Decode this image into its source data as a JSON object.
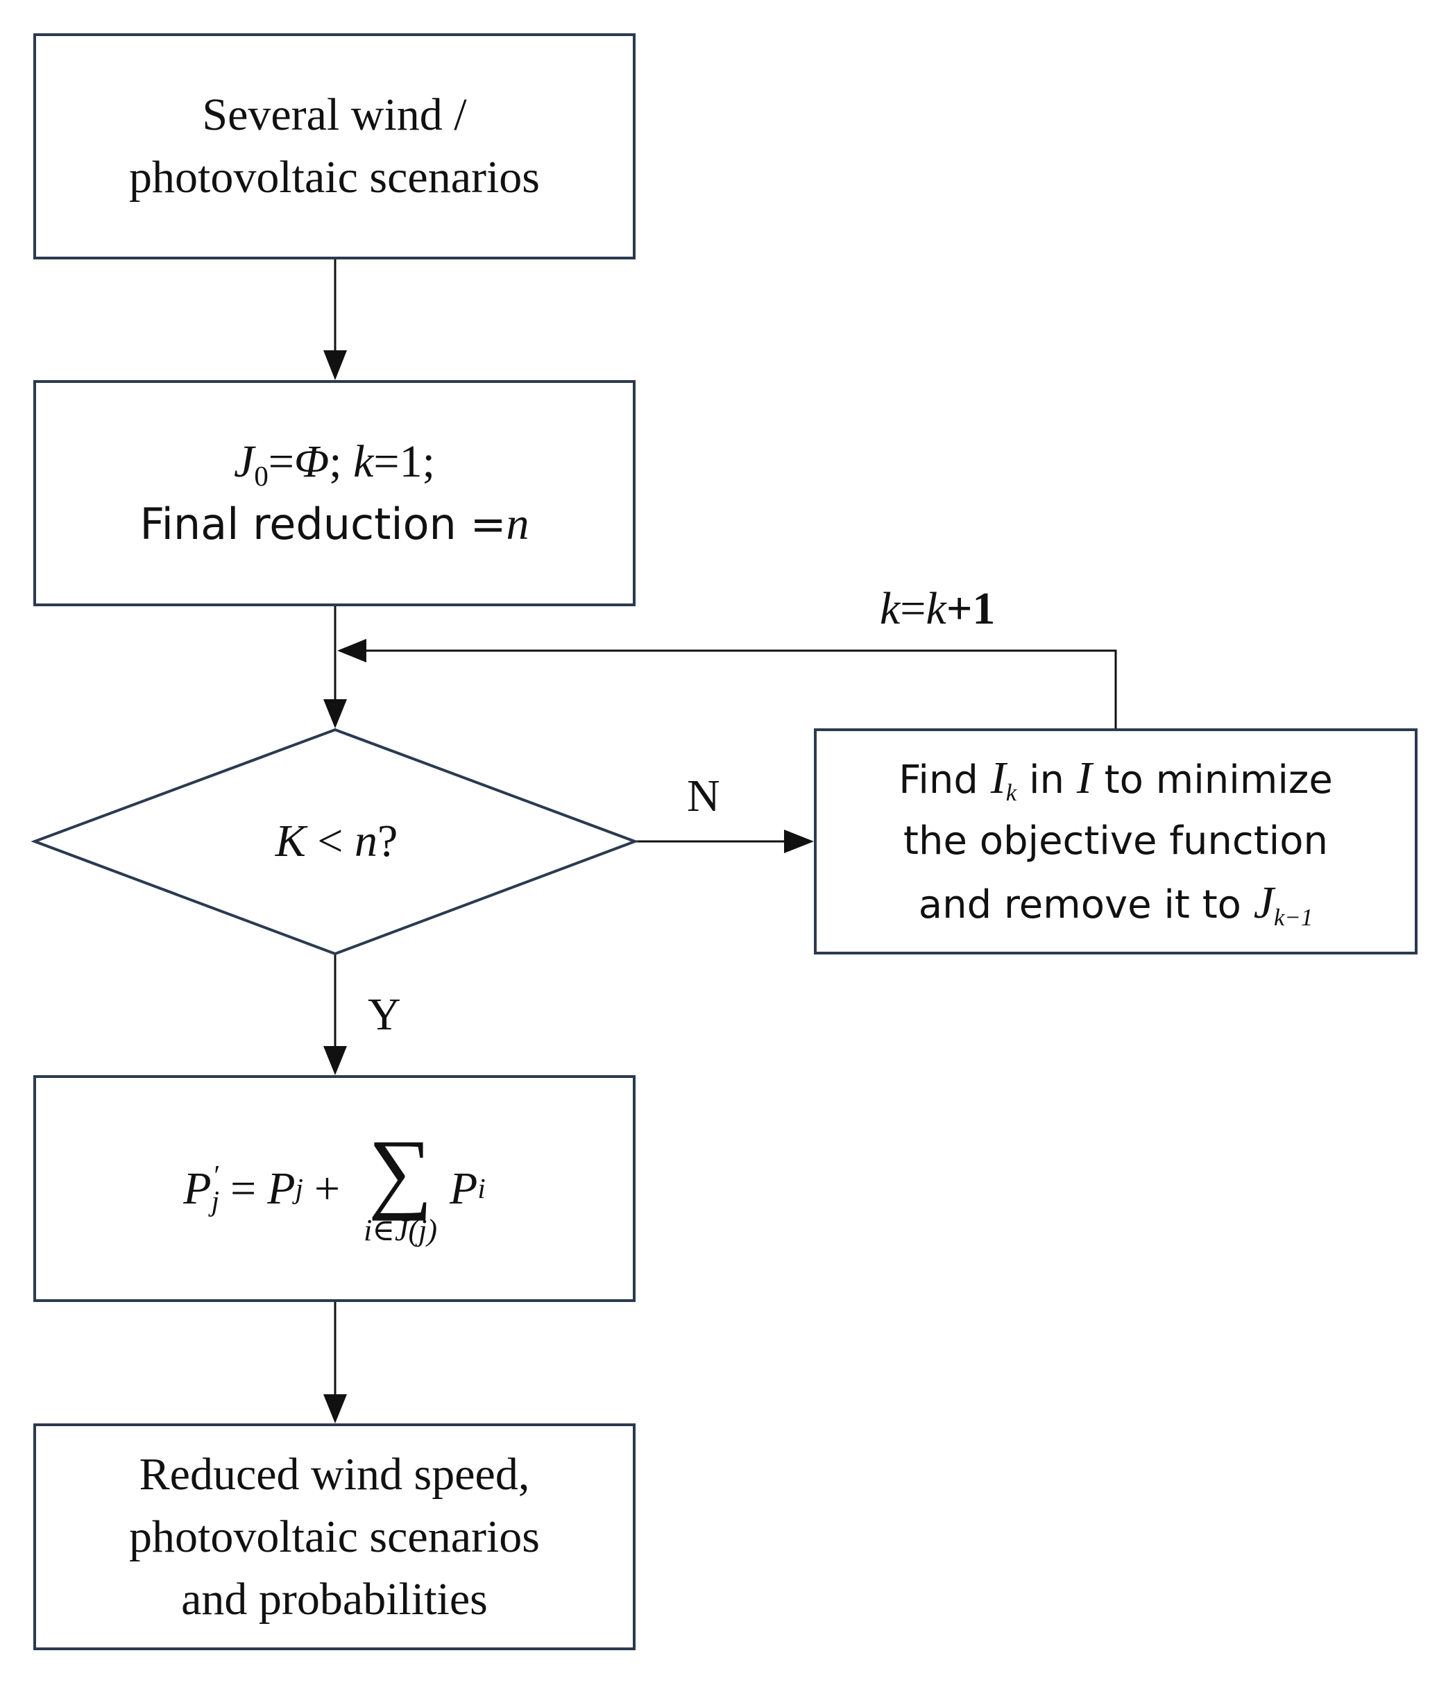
{
  "nodes": {
    "start": {
      "line1": "Several wind /",
      "line2": "photovoltaic scenarios"
    },
    "init": {
      "j_symbol": "J",
      "j_sub": "0",
      "eq_phi": "=",
      "phi": "Φ",
      "semi1": ";",
      "k": "k",
      "k_eq": "=1;",
      "line2_text": "Final reduction =",
      "n": "n"
    },
    "decision": {
      "K": "K",
      "lt": " < ",
      "n": "n",
      "q": "?"
    },
    "find": {
      "find_word": "Find ",
      "I": "I",
      "I_sub": "k",
      "in_word": " in ",
      "I2": "I",
      "to_min": " to minimize",
      "line2": "the objective function",
      "line3_prefix": "and remove it to ",
      "J": "J",
      "J_sub": "k−1"
    },
    "update": {
      "P1": "P",
      "P1_sub": "j",
      "prime": "′",
      "eq": "=",
      "P2": "P",
      "P2_sub": "j",
      "plus": "+",
      "sigma": "∑",
      "sum_limit": "i∈J(j)",
      "P3": "P",
      "P3_sub": "i"
    },
    "end": {
      "line1": "Reduced wind speed,",
      "line2": "photovoltaic scenarios",
      "line3": "and probabilities"
    }
  },
  "labels": {
    "loop": {
      "k1": "k",
      "eq": "=",
      "k2": "k",
      "plus1": "+1"
    },
    "no": "N",
    "yes": "Y"
  },
  "colors": {
    "stroke": "#2b3a4f",
    "text": "#111111",
    "background": "#ffffff"
  }
}
